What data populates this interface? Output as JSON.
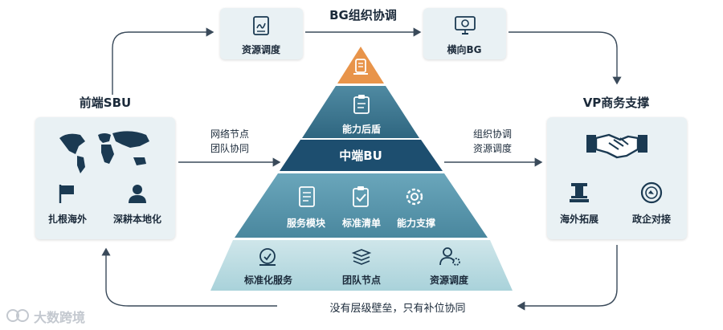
{
  "top_center": {
    "title": "BG组织协调"
  },
  "top_left_box": {
    "label": "资源调度",
    "icon": "document-sign-icon"
  },
  "top_right_box": {
    "label": "横向BG",
    "icon": "monitor-icon"
  },
  "left_section": {
    "title": "前端SBU",
    "items": [
      {
        "label": "扎根海外",
        "icon": "flag-icon"
      },
      {
        "label": "深耕本地化",
        "icon": "person-icon"
      }
    ],
    "map_icon": "world-map-icon"
  },
  "right_section": {
    "title": "VP商务支撑",
    "items": [
      {
        "label": "海外拓展",
        "icon": "podium-icon"
      },
      {
        "label": "政企对接",
        "icon": "seal-icon"
      }
    ],
    "top_icon": "handshake-icon"
  },
  "left_arrow": {
    "line1": "网络节点",
    "line2": "团队协同"
  },
  "right_arrow": {
    "line1": "组织协调",
    "line2": "资源调度"
  },
  "pyramid": {
    "top_icon": "database-hand-icon",
    "tier1_label": "能力后盾",
    "tier1_icon": "clipboard-icon",
    "band_label": "中端BU",
    "tier2_items": [
      {
        "label": "服务模块",
        "icon": "list-doc-icon"
      },
      {
        "label": "标准清单",
        "icon": "checklist-icon"
      },
      {
        "label": "能力支撑",
        "icon": "gear-icon"
      }
    ],
    "base_items": [
      {
        "label": "标准化服务",
        "icon": "service-icon"
      },
      {
        "label": "团队节点",
        "icon": "layers-icon"
      },
      {
        "label": "资源调度",
        "icon": "person-gear-icon"
      }
    ]
  },
  "bottom": {
    "caption": "没有层级壁垒，只有补位协同"
  },
  "watermark": {
    "text": "大数跨境"
  },
  "colors": {
    "pyramid_tip": "#e8944a",
    "pyramid_tier1": "#3f7a92",
    "pyramid_band": "#1d4e6f",
    "pyramid_tier2": "#5d9ab0",
    "pyramid_base": "#b9dbe2",
    "card_bg": "#e9f1f4",
    "dark_text": "#1b2a3a",
    "arrow": "#3a4a5a"
  }
}
